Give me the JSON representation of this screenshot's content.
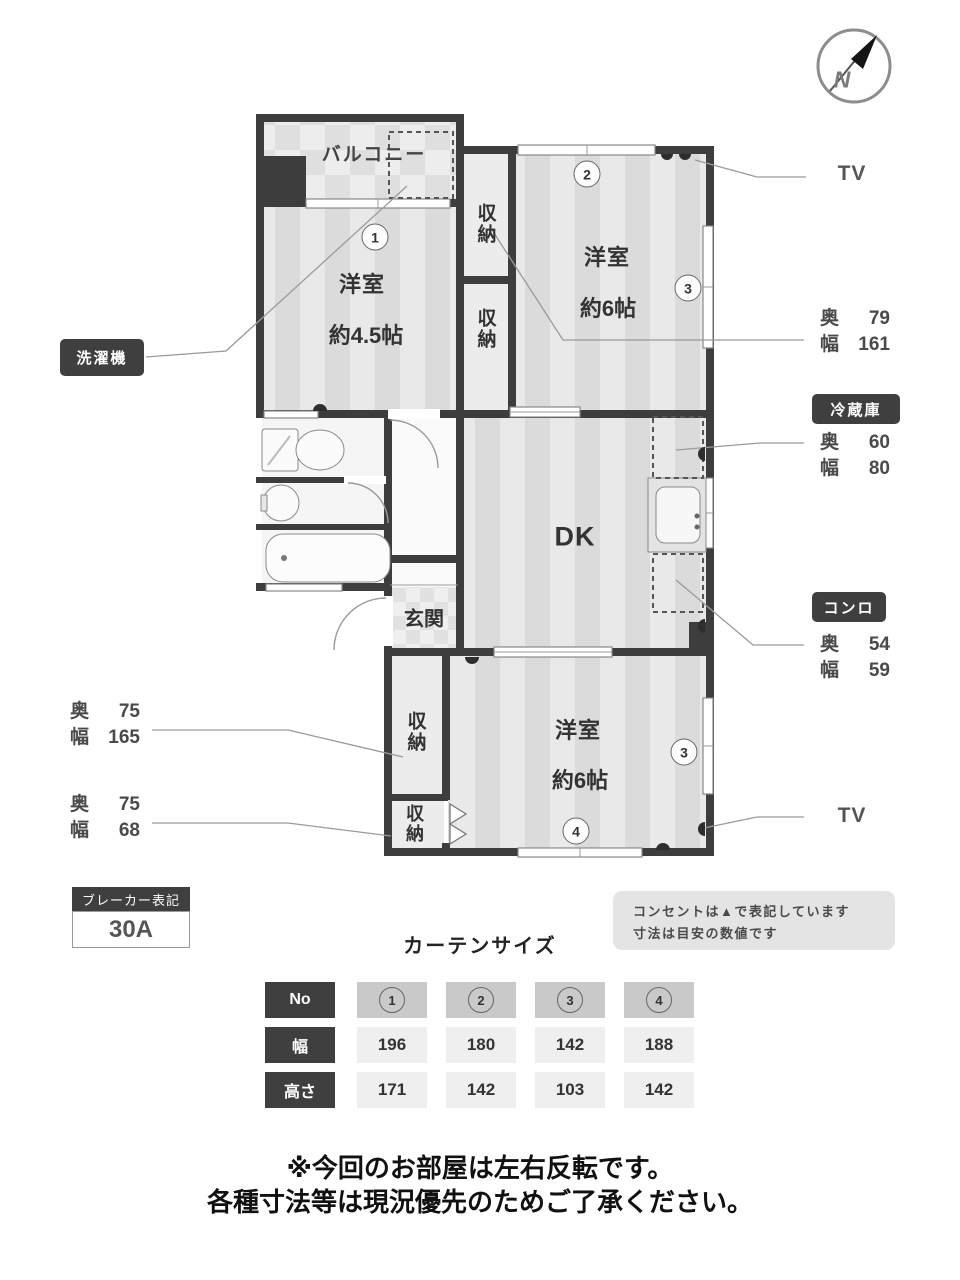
{
  "compass": {
    "north": "N"
  },
  "plan": {
    "balcony": "バルコニー",
    "rooms": {
      "room1_name": "洋室",
      "room1_size": "約4.5帖",
      "room2_name": "洋室",
      "room2_size": "約6帖",
      "room3_name": "洋室",
      "room3_size": "約6帖",
      "dk": "DK",
      "genkan": "玄関",
      "closet": "収納"
    },
    "markers": [
      "1",
      "2",
      "3",
      "4"
    ]
  },
  "callouts": {
    "tv_top": "TV",
    "tv_bottom": "TV",
    "washer": "洗濯機",
    "closet_upper": {
      "d_label": "奥",
      "d": "79",
      "w_label": "幅",
      "w": "161"
    },
    "fridge": {
      "title": "冷蔵庫",
      "d_label": "奥",
      "d": "60",
      "w_label": "幅",
      "w": "80"
    },
    "stove": {
      "title": "コンロ",
      "d_label": "奥",
      "d": "54",
      "w_label": "幅",
      "w": "59"
    },
    "closet_lower_big": {
      "d_label": "奥",
      "d": "75",
      "w_label": "幅",
      "w": "165"
    },
    "closet_lower_small": {
      "d_label": "奥",
      "d": "75",
      "w_label": "幅",
      "w": "68"
    }
  },
  "breaker": {
    "title": "ブレーカー表記",
    "value": "30A"
  },
  "notice": {
    "line1": "コンセントは▲で表記しています",
    "line2": "寸法は目安の数値です"
  },
  "curtain": {
    "title": "カーテンサイズ",
    "no_label": "No",
    "width_label": "幅",
    "height_label": "高さ",
    "nos": [
      "1",
      "2",
      "3",
      "4"
    ],
    "widths": [
      "196",
      "180",
      "142",
      "188"
    ],
    "heights": [
      "171",
      "142",
      "103",
      "142"
    ]
  },
  "footer": {
    "line1": "※今回のお部屋は左右反転です。",
    "line2": "各種寸法等は現況優先のためご了承ください。"
  }
}
